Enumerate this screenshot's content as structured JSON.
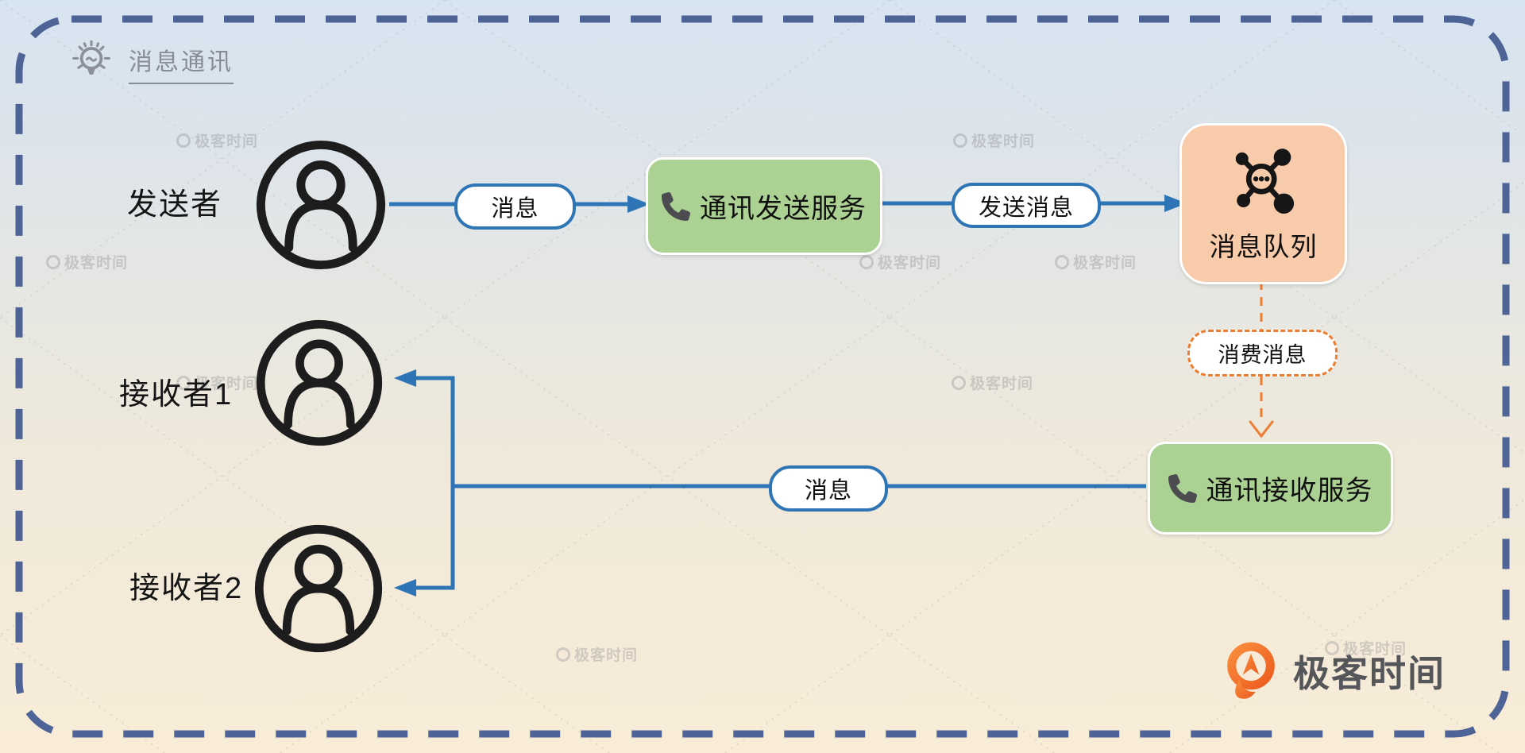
{
  "title": "消息通讯",
  "actors": {
    "sender": "发送者",
    "receiver1": "接收者1",
    "receiver2": "接收者2"
  },
  "nodes": {
    "send_service": "通讯发送服务",
    "queue": "消息队列",
    "receive_service": "通讯接收服务"
  },
  "edge_labels": {
    "message_out": "消息",
    "send_message": "发送消息",
    "consume_message": "消费消息",
    "message_in": "消息"
  },
  "branding": {
    "logo_text": "极客时间",
    "watermark_text": "极客时间"
  },
  "colors": {
    "line_blue": "#2e75b6",
    "outer_border_blue": "#4f6496",
    "service_green": "#abd293",
    "queue_orange": "#f8cbab",
    "consume_orange": "#ed7d31",
    "title_gray": "#878d97",
    "logo_orange": "#f26c21",
    "background_top": "#d7e4f1",
    "background_bottom": "#f8ecd7"
  }
}
